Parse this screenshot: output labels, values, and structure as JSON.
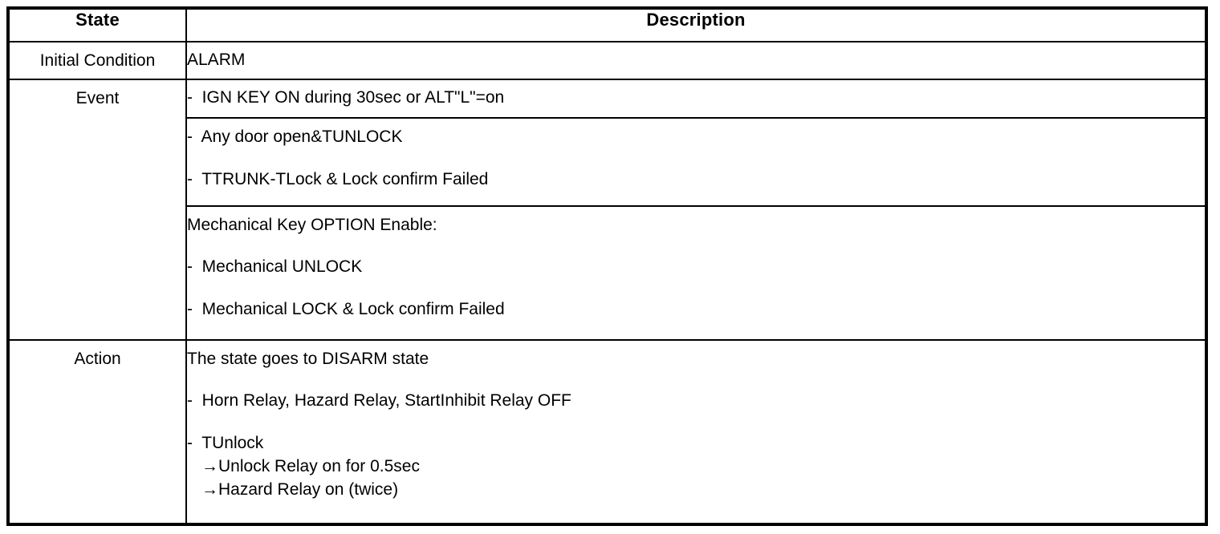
{
  "table": {
    "headers": {
      "state": "State",
      "description": "Description"
    },
    "rows": [
      {
        "state": "Initial Condition",
        "description_lines": [
          "ALARM"
        ]
      },
      {
        "state": "Event",
        "groups": [
          {
            "lines": [
              "-  IGN KEY ON during 30sec or ALT\"L\"=on"
            ]
          },
          {
            "lines": [
              "-  Any door open&TUNLOCK",
              "-  TTRUNK-TLock & Lock confirm Failed"
            ]
          },
          {
            "lines": [
              "Mechanical Key OPTION Enable:",
              "-  Mechanical UNLOCK",
              "-  Mechanical LOCK & Lock confirm Failed"
            ]
          }
        ]
      },
      {
        "state": "Action",
        "groups": [
          {
            "lines": [
              "The state goes to DISARM state",
              "-  Horn Relay, Hazard Relay, StartInhibit Relay OFF",
              "-  TUnlock"
            ],
            "sublines": [
              "→Unlock Relay on for 0.5sec",
              "→Hazard Relay on (twice)"
            ]
          }
        ]
      }
    ]
  },
  "style": {
    "border_color": "#000000",
    "text_color": "#000000",
    "background": "#ffffff"
  }
}
